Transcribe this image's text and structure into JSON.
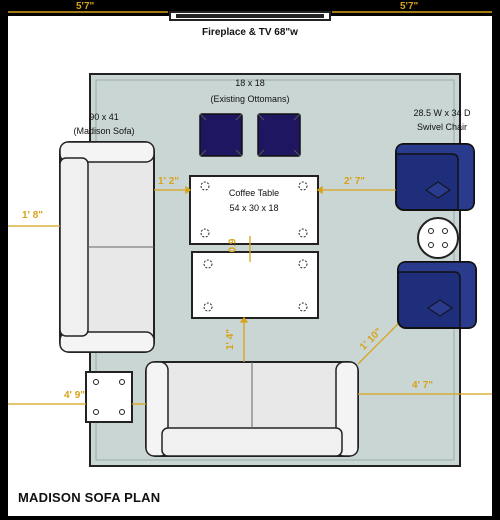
{
  "dimensions": {
    "top_left": "5'7\"",
    "top_right": "5'7\"",
    "sofa_left_gap": "1' 8\"",
    "sofa_to_table": "1' 2\"",
    "table_to_chair": "2' 7\"",
    "table_gap": "0.9",
    "table_to_sofa": "1' 4\"",
    "chair_diagonal": "1' 10\"",
    "ottoman_left_gap": "4' 9\"",
    "sofa_right_gap": "4' 7\""
  },
  "labels": {
    "fireplace": "Fireplace & TV 68\"w",
    "ottomans_size": "18 x 18",
    "ottomans_name": "(Existing Ottomans)",
    "sofa_size": "90 x 41",
    "sofa_name": "(Madison Sofa)",
    "chair_size": "28.5 W x 34 D",
    "chair_name": "Swivel Chair",
    "coffee_table_name": "Coffee Table",
    "coffee_table_size": "54 x 30 x 18"
  },
  "title": "MADISON SOFA PLAN",
  "colors": {
    "background": "#000000",
    "floor": "#ffffff",
    "rug": "#c9d6d4",
    "ottoman": "#1e1660",
    "chair": "#1f2e7a",
    "sofa": "#e8e8e8",
    "dimension": "#d8a21a"
  }
}
